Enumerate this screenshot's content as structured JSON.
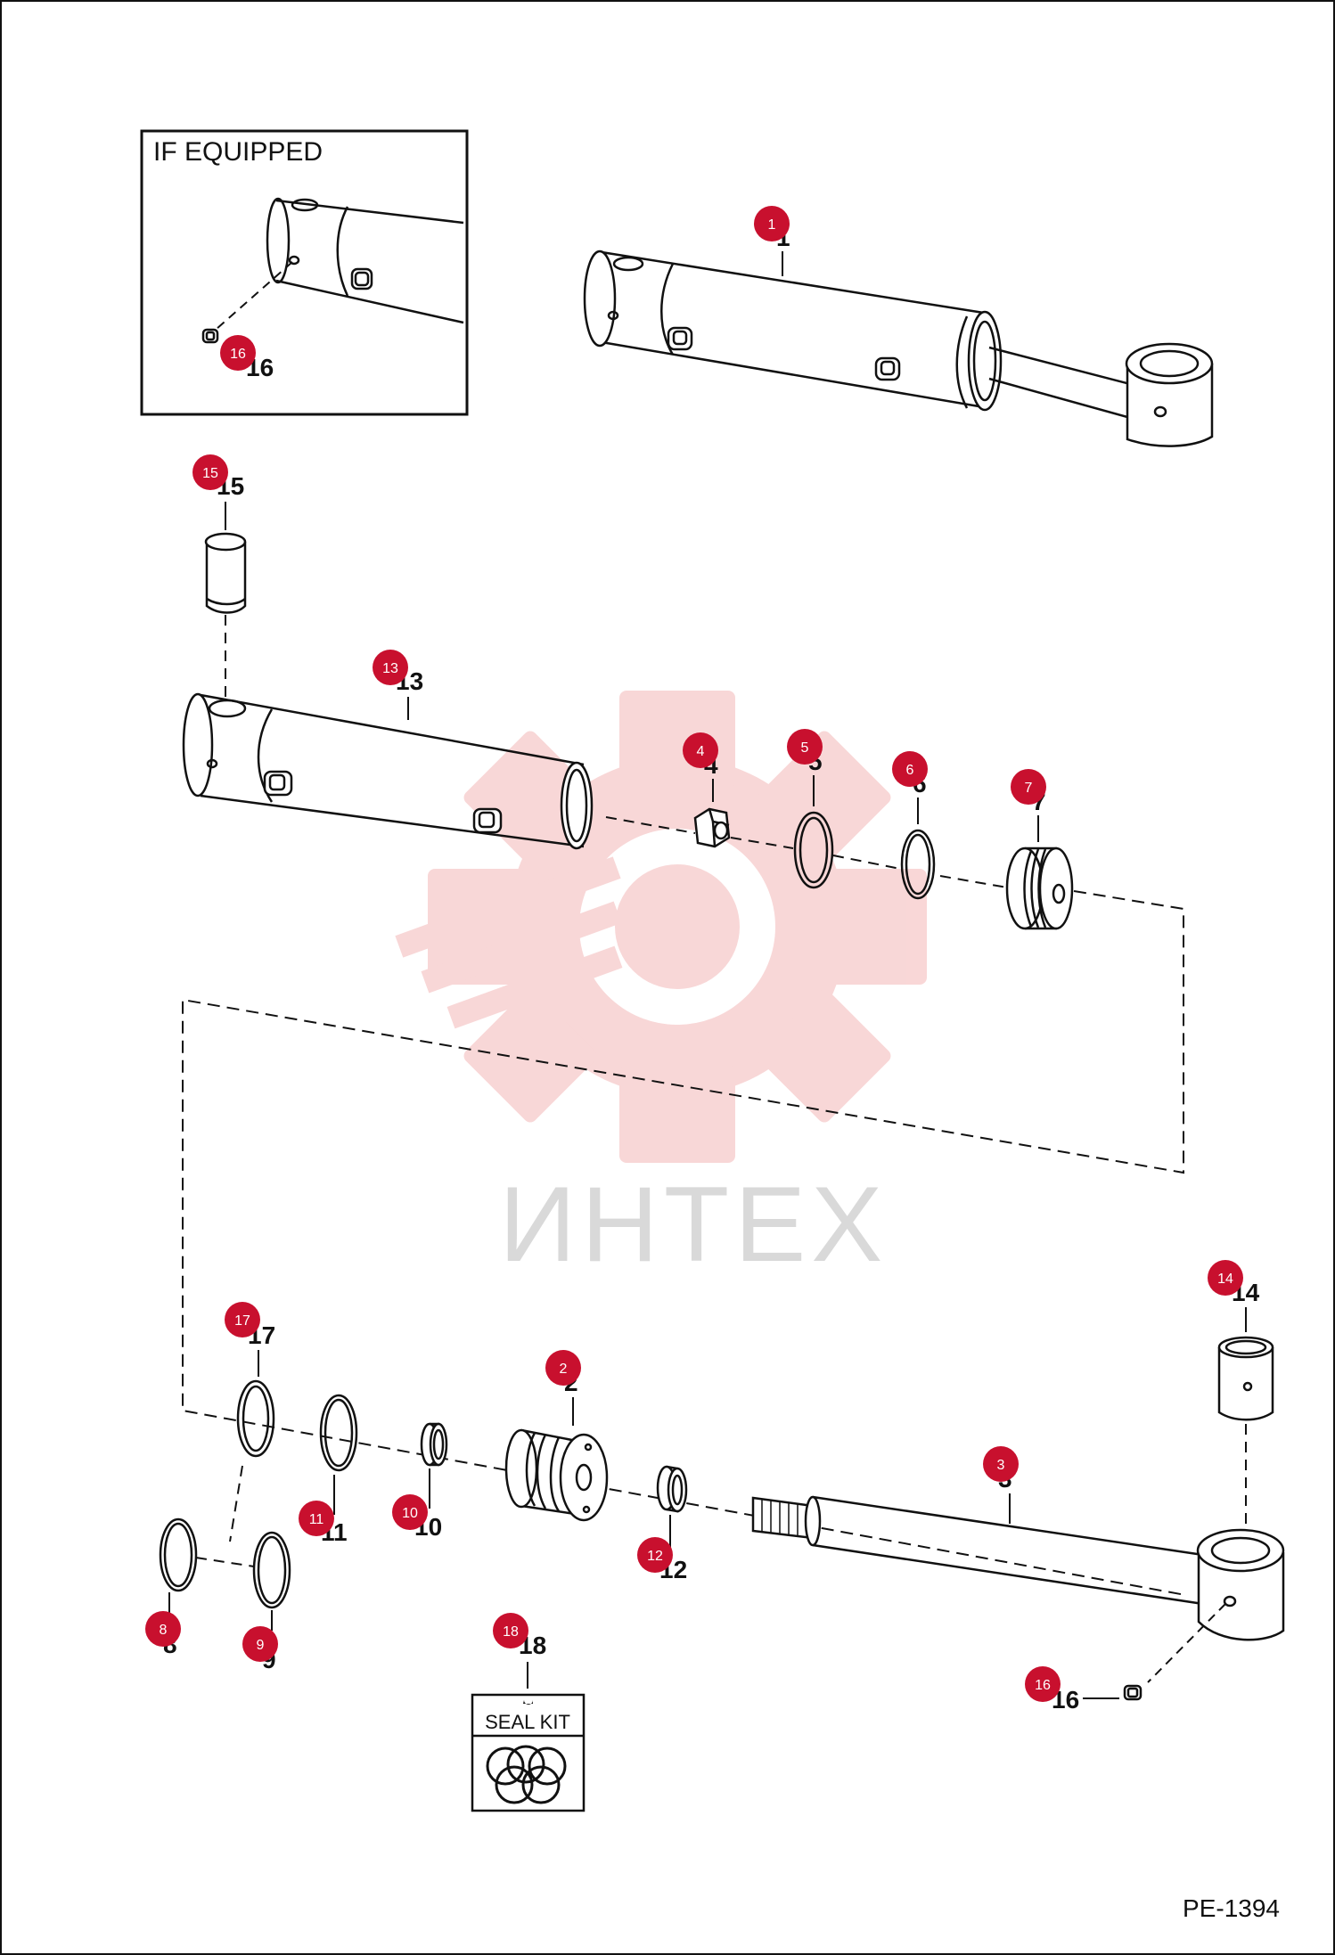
{
  "diagram": {
    "inset_title": "IF EQUIPPED",
    "drawing_code": "PE-1394",
    "watermark_text": "ИНТЕХ",
    "seal_kit_label": "SEAL KIT",
    "badge_color": "#c8102e",
    "watermark_color": "#f6c8c8",
    "callouts": [
      {
        "id": "inset-16",
        "badge": "16",
        "label": "16"
      },
      {
        "id": "1",
        "badge": "1",
        "label": "1"
      },
      {
        "id": "15",
        "badge": "15",
        "label": "15"
      },
      {
        "id": "13",
        "badge": "13",
        "label": "13"
      },
      {
        "id": "4",
        "badge": "4",
        "label": "4"
      },
      {
        "id": "5",
        "badge": "5",
        "label": "5"
      },
      {
        "id": "6",
        "badge": "6",
        "label": "6"
      },
      {
        "id": "7",
        "badge": "7",
        "label": "7"
      },
      {
        "id": "14",
        "badge": "14",
        "label": "14"
      },
      {
        "id": "17",
        "badge": "17",
        "label": "17"
      },
      {
        "id": "2",
        "badge": "2",
        "label": "2"
      },
      {
        "id": "3",
        "badge": "3",
        "label": "3"
      },
      {
        "id": "11",
        "badge": "11",
        "label": "11"
      },
      {
        "id": "10",
        "badge": "10",
        "label": "10"
      },
      {
        "id": "12",
        "badge": "12",
        "label": "12"
      },
      {
        "id": "8",
        "badge": "8",
        "label": "8"
      },
      {
        "id": "9",
        "badge": "9",
        "label": "9"
      },
      {
        "id": "18",
        "badge": "18",
        "label": "18"
      },
      {
        "id": "16",
        "badge": "16",
        "label": "16"
      }
    ]
  }
}
